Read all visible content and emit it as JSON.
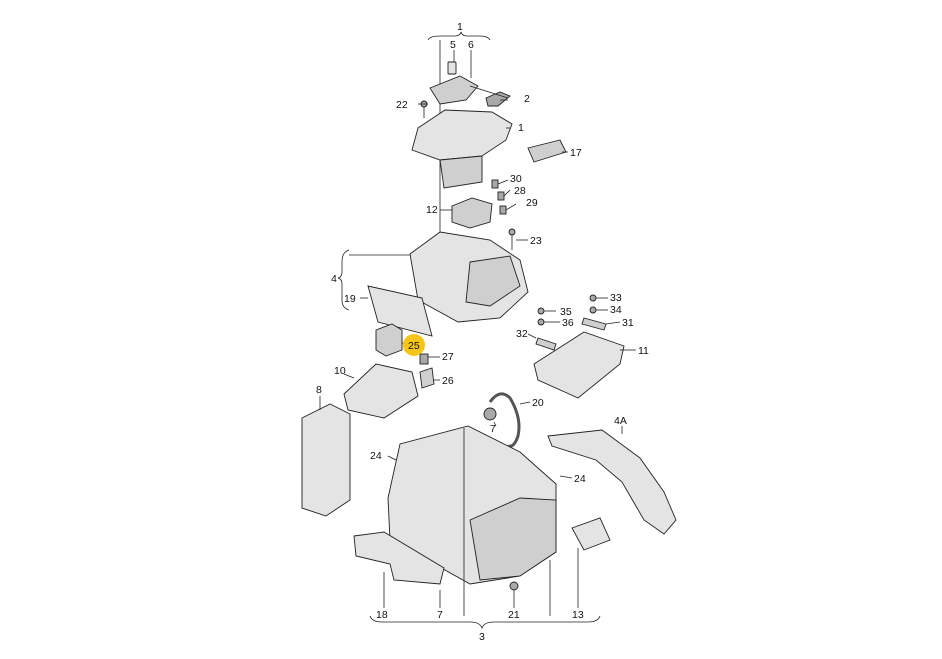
{
  "callouts": {
    "c1_top": "1",
    "c5": "5",
    "c6": "6",
    "c2": "2",
    "c22": "22",
    "c1": "1",
    "c17": "17",
    "c30": "30",
    "c28": "28",
    "c12": "12",
    "c29": "29",
    "c23": "23",
    "c4": "4",
    "c19": "19",
    "c33": "33",
    "c35": "35",
    "c34": "34",
    "c36": "36",
    "c31": "31",
    "c32": "32",
    "c25": "25",
    "c27": "27",
    "c11": "11",
    "c10": "10",
    "c26": "26",
    "c8": "8",
    "c20": "20",
    "c4a": "4A",
    "c7_mid": "7",
    "c24_left": "24",
    "c24_right": "24",
    "c18": "18",
    "c7_bottom": "7",
    "c21": "21",
    "c13": "13",
    "c3": "3"
  },
  "highlight": {
    "color": "#f5c518",
    "part": "25"
  }
}
